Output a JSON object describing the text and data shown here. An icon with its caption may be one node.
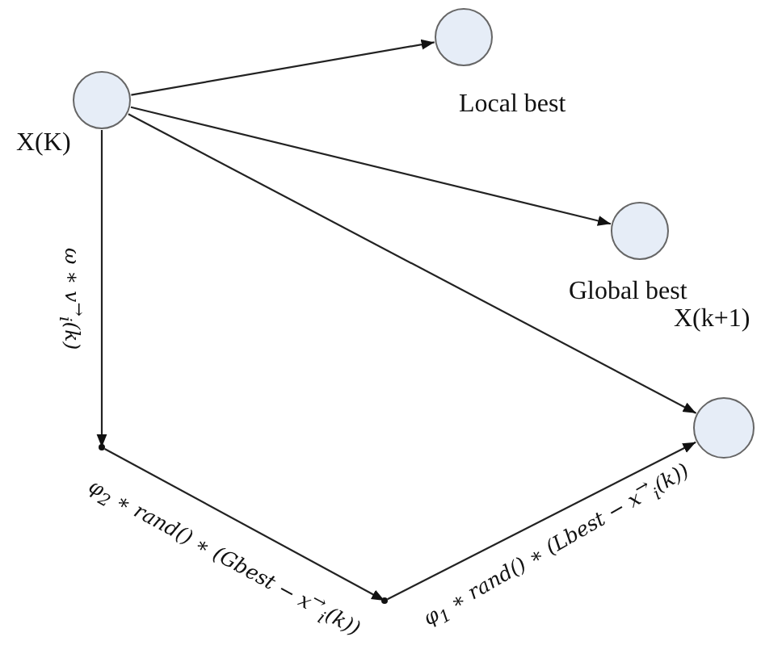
{
  "diagram": {
    "nodes": [
      {
        "text": [],
        "shape": "circle",
        "beside": [
          "X(K)"
        ]
      },
      {
        "text": [],
        "shape": "circle",
        "beside": [
          "Local best"
        ]
      },
      {
        "text": [],
        "shape": "circle",
        "beside": [
          "Global best"
        ]
      },
      {
        "text": [],
        "shape": "circle",
        "beside": [
          "X(k+1)"
        ]
      },
      {
        "text": [],
        "shape": "point"
      },
      {
        "text": [],
        "shape": "point"
      }
    ],
    "edges": [
      {
        "from": 0,
        "to": 1,
        "arrow": "to"
      },
      {
        "from": 0,
        "to": 2,
        "arrow": "to"
      },
      {
        "from": 0,
        "to": 3,
        "arrow": "to"
      },
      {
        "from": 0,
        "to": 4,
        "arrow": "to",
        "label": "ω ∗ v$^{→}$$_{i}$(k)"
      },
      {
        "from": 4,
        "to": 5,
        "arrow": "to",
        "label": "φ$_{2}$ ∗ rand() ∗ (Gbest − x$^{→}$$_{i}$(k))"
      },
      {
        "from": 5,
        "to": 3,
        "arrow": "to",
        "label": "φ$_{1}$ ∗ rand() ∗ (Lbest − x$^{→}$$_{i}$(k))"
      }
    ]
  }
}
